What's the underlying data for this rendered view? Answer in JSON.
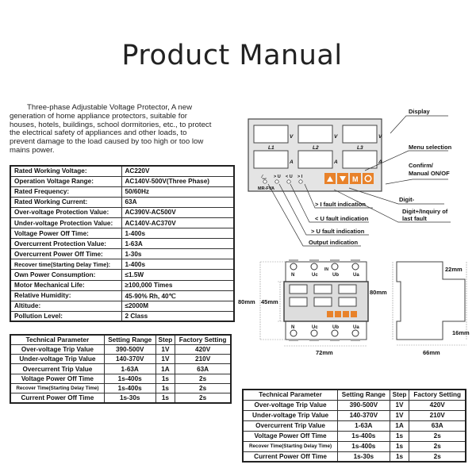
{
  "title": "Product Manual",
  "intro": [
    "Three-phase Adjustable Voltage Protector, A new",
    "generation of home appliance protectors, suitable for",
    "houses, hotels, buildings, school dormitories, etc., to protect",
    "the electrical safety of appliances and other loads, to",
    "prevent damage to the load caused by too high or too low",
    "mains power."
  ],
  "specs": [
    {
      "label": "Rated Working Voltage:",
      "value": "AC220V"
    },
    {
      "label": "Operation Voltage Range:",
      "value": "AC140V-500V(Three Phase)"
    },
    {
      "label": "Rated Frequency:",
      "value": "50/60Hz"
    },
    {
      "label": "Rated Working Current:",
      "value": "63A"
    },
    {
      "label": "Over-voltage Protection Value:",
      "value": "AC390V-AC500V"
    },
    {
      "label": "Under-voltage Protection Value:",
      "value": "AC140V-AC370V"
    },
    {
      "label": "Voltage Power Off Time:",
      "value": "1-400s"
    },
    {
      "label": "Overcurrent Protection Value:",
      "value": "1-63A"
    },
    {
      "label": "Overcurrent Power Off Time:",
      "value": "1-30s"
    },
    {
      "label": "Recover time(Starting Delay Time):",
      "value": "1-400s"
    },
    {
      "label": "Own Power Consumption:",
      "value": "≤1.5W"
    },
    {
      "label": "Motor Mechanical Life:",
      "value": "≥100,000 Times"
    },
    {
      "label": "Relative Humidity:",
      "value": "45-90% Rh, 40℃"
    },
    {
      "label": "Altitude:",
      "value": "≤2000M"
    },
    {
      "label": "Pollution Level:",
      "value": "2 Class"
    }
  ],
  "tech": {
    "headers": [
      "Technical Parameter",
      "Setting Range",
      "Step",
      "Factory Setting"
    ],
    "rows": [
      [
        "Over-voltage Trip Value",
        "390-500V",
        "1V",
        "420V"
      ],
      [
        "Under-voltage Trip Value",
        "140-370V",
        "1V",
        "210V"
      ],
      [
        "Overcurrent Trip Value",
        "1-63A",
        "1A",
        "63A"
      ],
      [
        "Voltage Power Off Time",
        "1s-400s",
        "1s",
        "2s"
      ],
      [
        "Recover Time(Starting Delay Time)",
        "1s-400s",
        "1s",
        "2s"
      ],
      [
        "Current Power Off Time",
        "1s-30s",
        "1s",
        "2s"
      ]
    ]
  },
  "panel": {
    "phases": [
      "L1",
      "L2",
      "L3"
    ],
    "unit_v": "V",
    "unit_a": "A",
    "indicators": [
      "⁄‿",
      "> U",
      "< U",
      "> I"
    ],
    "indicator_caption": "MR-FVA",
    "button_m": "M",
    "labels": {
      "display": "Display",
      "menu": "Menu selection",
      "confirm1": "Confirm/",
      "confirm2": "Manual ON/OF",
      "digit_minus": "Digit-",
      "digit_plus1": "Digit+/Inquiry of",
      "digit_plus2": "last fault",
      "i_fault": "> I fault indication",
      "u_low_fault": "< U fault indication",
      "u_high_fault": "> U fault indication",
      "output": "Output indication"
    },
    "accent": "#e8822a"
  },
  "dims": {
    "terminals": [
      "N",
      "Uc",
      "Ub",
      "Ua"
    ],
    "in": "IN",
    "h80": "80mm",
    "h45": "45mm",
    "w72": "72mm",
    "side80": "80mm",
    "d22": "22mm",
    "d16": "16mm",
    "w66": "66mm"
  }
}
